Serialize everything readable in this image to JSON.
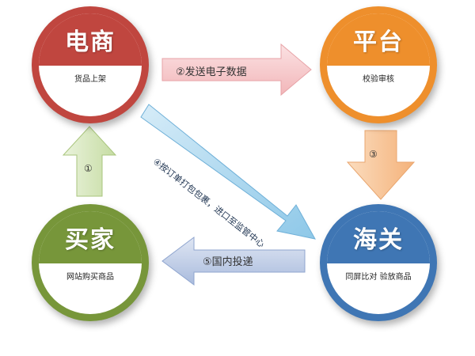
{
  "nodes": {
    "ecommerce": {
      "title": "电商",
      "subtitle": "货品上架",
      "color": "#c0463f"
    },
    "platform": {
      "title": "平台",
      "subtitle": "校验审核",
      "color": "#ee8f2c"
    },
    "buyer": {
      "title": "买家",
      "subtitle": "网站购买商品",
      "color": "#77963a"
    },
    "customs": {
      "title": "海关",
      "subtitle": "同屏比对 验放商品",
      "color": "#3f76b4"
    }
  },
  "arrows": {
    "send": {
      "label": "②发送电子数据",
      "color": "#f6c4c6"
    },
    "verify": {
      "label": "③",
      "color": "#f8c69a"
    },
    "pack": {
      "label": "④按订单打包包裹，进口至监管中心",
      "color": "#a7d5ee"
    },
    "domestic": {
      "label": "⑤国内投递",
      "color": "#bfcde6"
    },
    "buy": {
      "label": "①",
      "color": "#d8e8bf"
    }
  }
}
